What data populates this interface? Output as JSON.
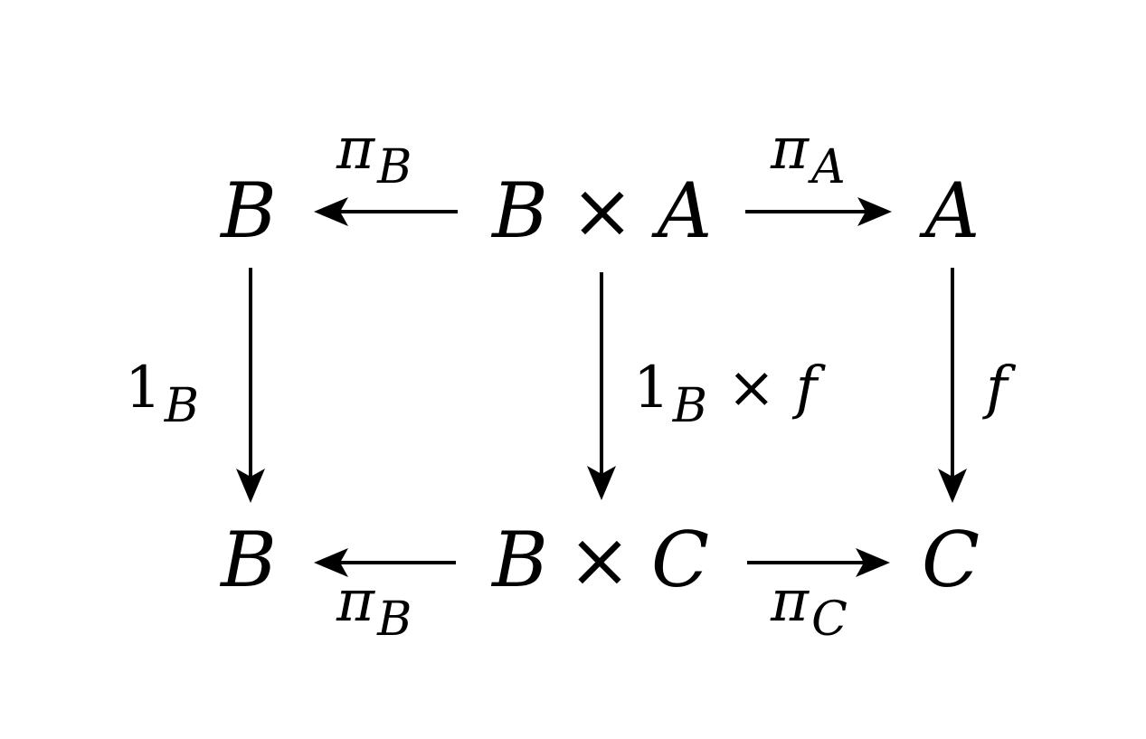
{
  "nodes": {
    "top_left": {
      "main": "B"
    },
    "top_middle": {
      "left": "B",
      "op": "×",
      "right": "A"
    },
    "top_right": {
      "main": "A"
    },
    "bottom_left": {
      "main": "B"
    },
    "bottom_middle": {
      "left": "B",
      "op": "×",
      "right": "C"
    },
    "bottom_right": {
      "main": "C"
    }
  },
  "labels": {
    "pi_b_top": {
      "base": "π",
      "sub": "B"
    },
    "pi_a_top": {
      "base": "π",
      "sub": "A"
    },
    "one_b_left": {
      "base": "1",
      "sub": "B"
    },
    "one_b_times_f": {
      "base": "1",
      "sub": "B",
      "op": "×",
      "tail": "f"
    },
    "f_right": {
      "base": "f"
    },
    "pi_b_bottom": {
      "base": "π",
      "sub": "B"
    },
    "pi_c_bottom": {
      "base": "π",
      "sub": "C"
    }
  },
  "colors": {
    "foreground": "#000000",
    "background": "#ffffff"
  }
}
